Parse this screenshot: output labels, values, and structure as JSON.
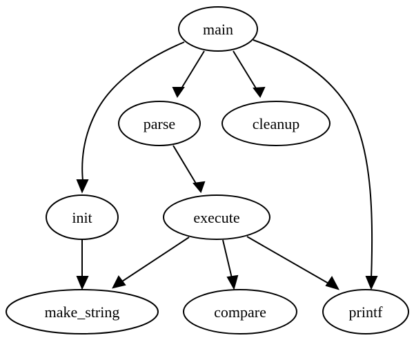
{
  "nodes": [
    {
      "id": "main",
      "label": "main"
    },
    {
      "id": "parse",
      "label": "parse"
    },
    {
      "id": "cleanup",
      "label": "cleanup"
    },
    {
      "id": "init",
      "label": "init"
    },
    {
      "id": "execute",
      "label": "execute"
    },
    {
      "id": "make_string",
      "label": "make_string"
    },
    {
      "id": "compare",
      "label": "compare"
    },
    {
      "id": "printf",
      "label": "printf"
    }
  ],
  "edges": [
    {
      "from": "main",
      "to": "parse"
    },
    {
      "from": "main",
      "to": "cleanup"
    },
    {
      "from": "main",
      "to": "init"
    },
    {
      "from": "main",
      "to": "printf"
    },
    {
      "from": "parse",
      "to": "execute"
    },
    {
      "from": "init",
      "to": "make_string"
    },
    {
      "from": "execute",
      "to": "make_string"
    },
    {
      "from": "execute",
      "to": "compare"
    },
    {
      "from": "execute",
      "to": "printf"
    }
  ]
}
